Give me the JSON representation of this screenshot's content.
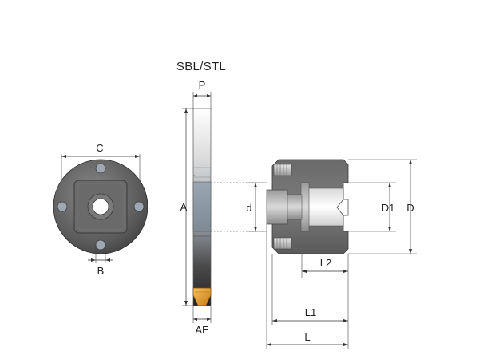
{
  "title": "SBL/STL",
  "labels": {
    "c": "C",
    "b": "B",
    "p": "P",
    "a": "A",
    "ae": "AE",
    "d": "d",
    "d1": "D1",
    "d_outer": "D",
    "l2": "L2",
    "l1": "L1",
    "l": "L"
  },
  "colors": {
    "accent_label_a": "#d8322d",
    "insert": "#e8a23a"
  }
}
